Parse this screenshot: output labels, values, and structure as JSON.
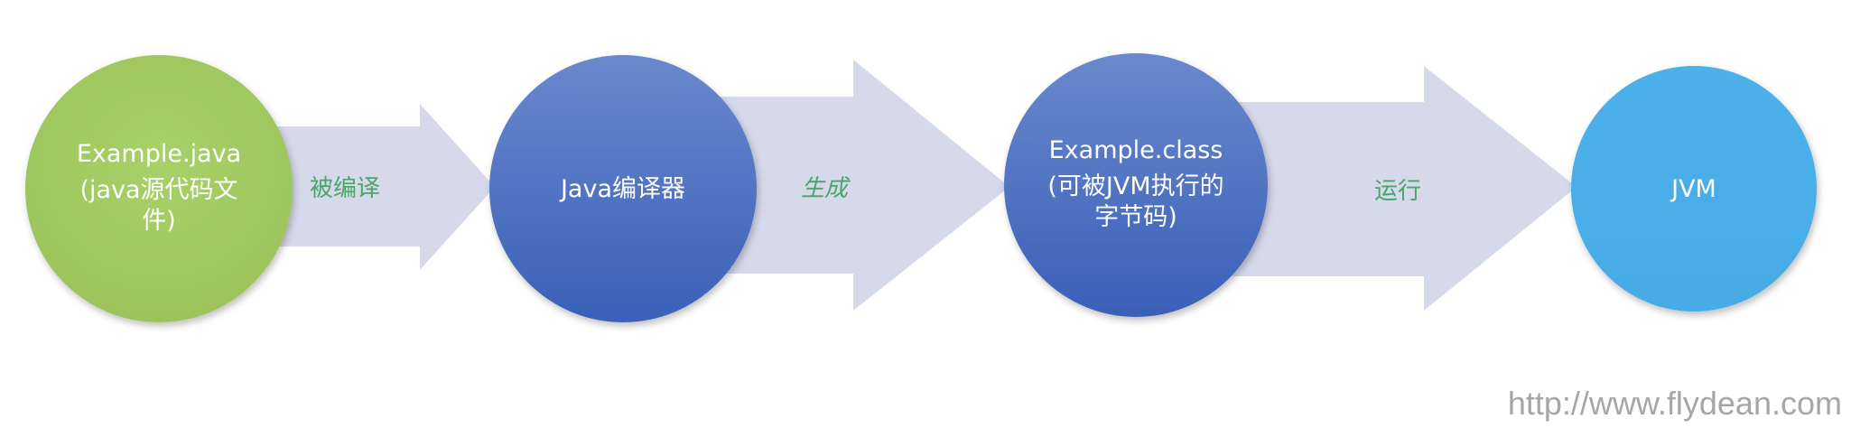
{
  "nodes": [
    {
      "id": "source",
      "lines": [
        "Example.java",
        "(java源代码文",
        "件)"
      ],
      "color": "#a2cb62"
    },
    {
      "id": "compiler",
      "lines": [
        "Java编译器"
      ],
      "color": "#4169c0"
    },
    {
      "id": "classfile",
      "lines": [
        "Example.class",
        "(可被JVM执行的",
        "字节码)"
      ],
      "color": "#4169c0"
    },
    {
      "id": "jvm",
      "lines": [
        "JVM"
      ],
      "color": "#49aee8"
    }
  ],
  "edges": [
    {
      "label": "被编译",
      "italic": false
    },
    {
      "label": "生成",
      "italic": true
    },
    {
      "label": "运行",
      "italic": false
    }
  ],
  "colors": {
    "arrow": "#d6d9ea",
    "edge_text": "#4aa56a",
    "watermark": "#a6a6a6"
  },
  "watermark": "http://www.flydean.com"
}
